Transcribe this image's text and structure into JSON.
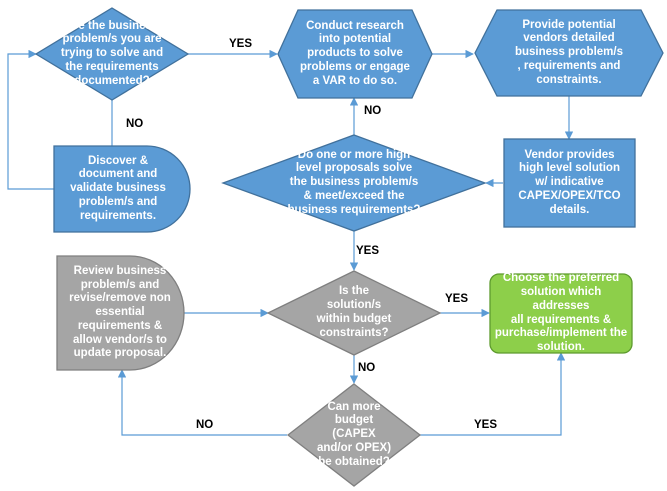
{
  "colors": {
    "process": "#5b9bd5",
    "process_border": "#41719c",
    "review": "#a5a5a5",
    "review_border": "#7f7f7f",
    "success": "#8dcf4a",
    "success_border": "#5e9b2e",
    "connector": "#5b9bd5",
    "text_light": "#ffffff",
    "text_dark": "#000000"
  },
  "nodes": {
    "q_documented": "Are the business\nproblem/s you are\ntrying to solve and\nthe requirements\ndocumented?",
    "discover": "Discover &\ndocument and\nvalidate business\nproblem/s and\nrequirements.",
    "research": "Conduct research\ninto potential\nproducts to solve\nproblems or engage\na VAR to do so.",
    "provide_vendors": "Provide potential\nvendors detailed\nbusiness problem/s\n, requirements and\nconstraints.",
    "vendor_solution": "Vendor provides\nhigh level solution\nw/ indicative\nCAPEX/OPEX/TCO\ndetails.",
    "q_proposals": "Do one or more high\nlevel proposals solve\nthe business problem/s\n& meet/exceed the\nbusiness requirements?",
    "q_budget": "Is the\nsolution/s\nwithin budget\nconstraints?",
    "review": "Review business\nproblem/s and\nrevise/remove non\nessential\nrequirements &\nallow vendor/s to\nupdate proposal.",
    "choose": "Choose the preferred\nsolution which addresses\nall requirements &\npurchase/implement the\nsolution.",
    "q_more_budget": "Can more\nbudget\n(CAPEX\nand/or OPEX)\nbe obtained?"
  },
  "edge_labels": {
    "documented_yes": "YES",
    "documented_no": "NO",
    "proposals_no": "NO",
    "proposals_yes": "YES",
    "budget_yes": "YES",
    "budget_no": "NO",
    "more_budget_no": "NO",
    "more_budget_yes": "YES"
  }
}
